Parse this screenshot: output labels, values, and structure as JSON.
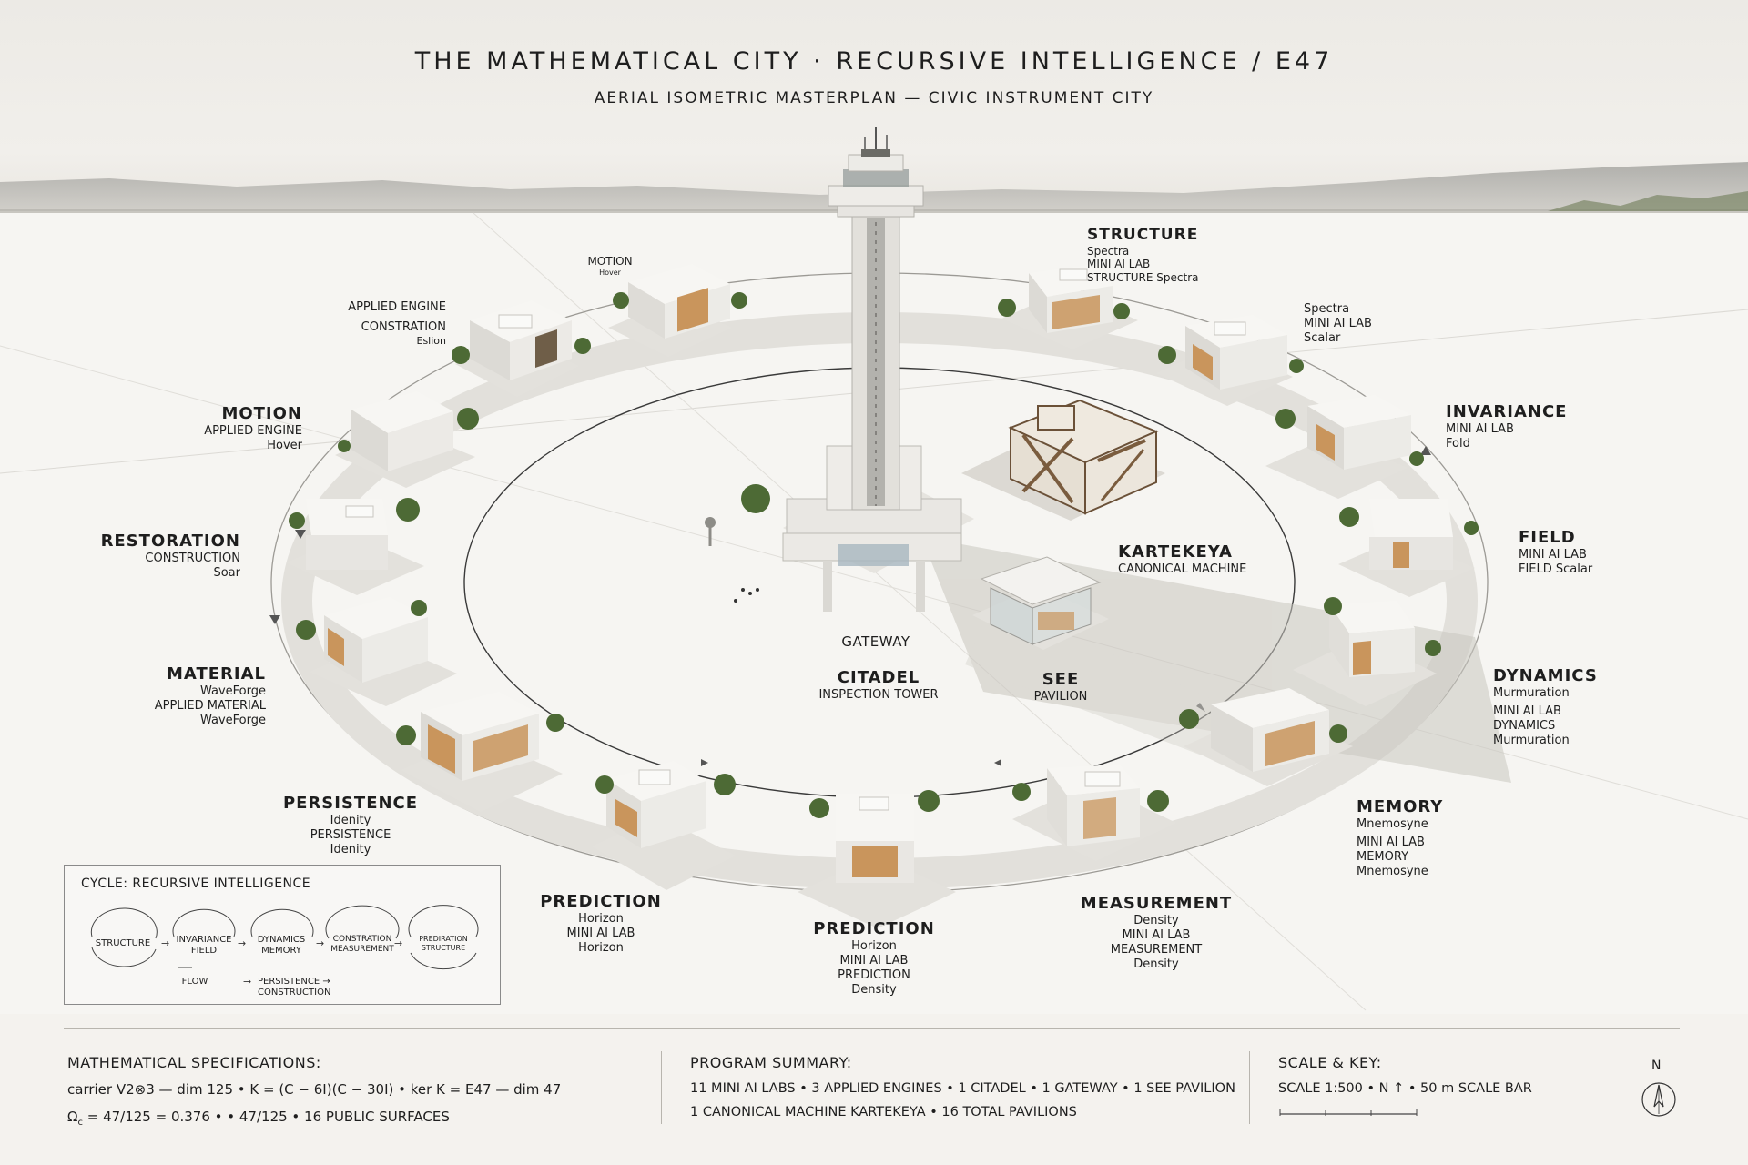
{
  "header": {
    "title": "THE MATHEMATICAL CITY · RECURSIVE INTELLIGENCE / E47",
    "subtitle": "AERIAL ISOMETRIC MASTERPLAN — CIVIC INSTRUMENT CITY"
  },
  "labels": {
    "motion_top": {
      "name": "MOTION",
      "sub": "Hover"
    },
    "applied_engine_tl": {
      "l1": "APPLIED ENGINE",
      "l2": "CONSTRATION",
      "l3": "Eslion"
    },
    "motion": {
      "name": "MOTION",
      "l1": "APPLIED ENGINE",
      "l2": "Hover"
    },
    "restoration": {
      "name": "RESTORATION",
      "l1": "CONSTRUCTION",
      "l2": "Soar"
    },
    "material": {
      "name": "MATERIAL",
      "l1": "WaveForge",
      "l2": "APPLIED  MATERIAL",
      "l3": "WaveForge"
    },
    "persistence": {
      "name": "PERSISTENCE",
      "l1": "Idenity",
      "l2": "PERSISTENCE",
      "l3": "Idenity"
    },
    "prediction_left": {
      "name": "PREDICTION",
      "l1": "Horizon",
      "l2": "MINI AI LAB",
      "l3": "Horizon"
    },
    "prediction_center": {
      "name": "PREDICTION",
      "l1": "Horizon",
      "l2": "MINI AI LAB",
      "l3": "PREDICTION",
      "l4": "Density"
    },
    "measurement": {
      "name": "MEASUREMENT",
      "l1": "Density",
      "l2": "MINI AI LAB",
      "l3": "MEASUREMENT",
      "l4": "Density"
    },
    "memory": {
      "name": "MEMORY",
      "l1": "Mnemosyne",
      "l2": "MINI AI LAB",
      "l3": "MEMORY",
      "l4": "Mnemosyne"
    },
    "dynamics": {
      "name": "DYNAMICS",
      "l1": "Murmuration",
      "l2": "MINI AI LAB",
      "l3": "DYNAMICS",
      "l4": "Murmuration"
    },
    "field": {
      "name": "FIELD",
      "l1": "MINI AI LAB",
      "l2": "FIELD Scalar"
    },
    "invariance": {
      "name": "INVARIANCE",
      "l1": "MINI AI LAB",
      "l2": "Fold"
    },
    "spectra": {
      "l1": "Spectra",
      "l2": "MINI AI LAB",
      "l3": "Scalar"
    },
    "structure": {
      "name": "STRUCTURE",
      "l1": "Spectra",
      "l2": "MINI AI LAB",
      "l3": "STRUCTURE Spectra"
    },
    "kartekeya": {
      "name": "KARTEKEYA",
      "l1": "CANONICAL MACHINE"
    },
    "gateway": {
      "name": "GATEWAY"
    },
    "citadel": {
      "name": "CITADEL",
      "l1": "INSPECTION TOWER"
    },
    "see": {
      "name": "SEE",
      "l1": "PAVILION"
    }
  },
  "cycle": {
    "title": "CYCLE: RECURSIVE INTELLIGENCE",
    "structure": "STRUCTURE",
    "invariance_field": [
      "INVARIANCE",
      "FIELD"
    ],
    "dynamics_memory": [
      "DYNAMICS",
      "MEMORY"
    ],
    "constr_measure": [
      "CONSTRATION",
      "MEASUREMENT"
    ],
    "pred_struct": [
      "PREDIRATION",
      "STRUCTURE"
    ],
    "flow": "FLOW",
    "persistence_construction": "PERSISTENCE → CONSTRUCTION"
  },
  "footer": {
    "math_title": "MATHEMATICAL SPECIFICATIONS:",
    "math_line1": "carrier V2⊗3 — dim 125 • K = (C − 6I)(C − 30I) • ker K = E47 — dim 47",
    "math_line2a": "Ω",
    "math_line2b": "c",
    "math_line2c": " = 47/125 = 0.376 •        • 47/125 • 16 PUBLIC SURFACES",
    "program_title": "PROGRAM SUMMARY:",
    "program_line1": "11 MINI AI LABS • 3 APPLIED ENGINES • 1 CITADEL • 1 GATEWAY • 1 SEE PAVILION",
    "program_line2": "1 CANONICAL MACHINE KARTEKEYA • 16 TOTAL PAVILIONS",
    "scale_title": "SCALE & KEY:",
    "scale_line1": "SCALE 1:500 • N ↑ • 50 m  SCALE BAR",
    "north": "N"
  },
  "colors": {
    "background": "#f4f2ee",
    "concrete": "#eeece8",
    "wood": "#c9955c",
    "tree": "#4d6a35",
    "ink": "#1e1e1e"
  }
}
